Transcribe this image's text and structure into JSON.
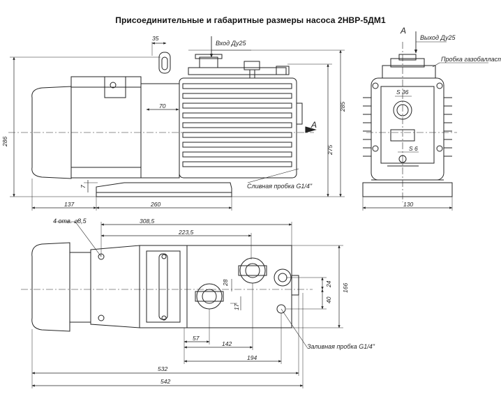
{
  "title": "Присоединительные и габаритные размеры насоса 2НВР-5ДМ1",
  "labels": {
    "inlet": "Вход Ду25",
    "outlet": "Выход Ду25",
    "section_mark": "A",
    "gas_ballast_plug": "Пробка газобалласта",
    "drain_plug": "Сливная пробка G1/4\"",
    "fill_plug": "Заливная пробка G1/4\"",
    "mounting_holes": "4 отв. ⌀8,5",
    "wrench_36": "S 36",
    "wrench_6": "S 6"
  },
  "dimensions": {
    "d35": "35",
    "d70": "70",
    "d285": "285",
    "d275": "275",
    "d286": "286",
    "d7": "7",
    "d137": "137",
    "d260": "260",
    "d130": "130",
    "d308_5": "308,5",
    "d223_5": "223,5",
    "d28": "28",
    "d17": "17",
    "d24": "24",
    "d40": "40",
    "d166": "166",
    "d57": "57",
    "d142": "142",
    "d194": "194",
    "d532": "532",
    "d542": "542"
  }
}
